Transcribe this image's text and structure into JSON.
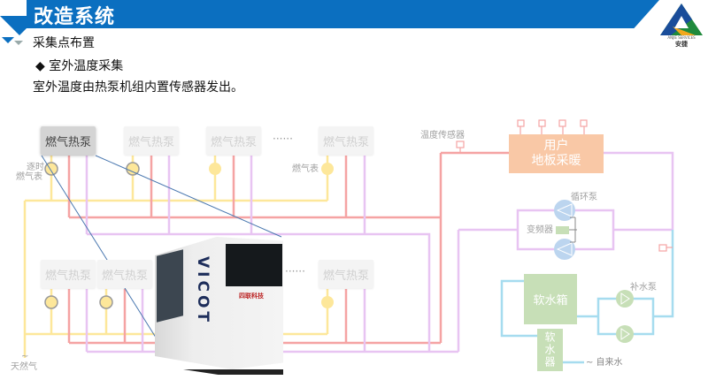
{
  "header": {
    "title": "改造系统",
    "subtitle": "采集点布置",
    "bullet": "◆ 室外温度采集",
    "description": "室外温度由热泵机组内置传感器发出。"
  },
  "logo": {
    "text_en": "ANJIE SERVICES",
    "text_cn": "安捷"
  },
  "diagram": {
    "heat_pump_label": "燃气热泵",
    "ellipsis": "······",
    "hourly_gas_meter": [
      "逐时",
      "燃气表"
    ],
    "gas_meter": "燃气表",
    "natural_gas": "天然气",
    "natural_gas_symbol": "~",
    "temp_sensor": "温度传感器",
    "user_box": [
      "用户",
      "地板采暖"
    ],
    "circulation_pump": "循环泵",
    "inverter": "变频器",
    "soft_water_tank": "软水箱",
    "makeup_pump": "补水泵",
    "softener": "软水器",
    "tap_water": "~ 自来水",
    "machine_brand": "VICOT",
    "machine_logo": "四联科技"
  },
  "colors": {
    "header": "#0b6fc0",
    "gas": "#fde79a",
    "supply": "#f5a3a3",
    "return": "#e8c4f2",
    "water": "#a6dcef",
    "user": "#f9c8a6",
    "green": "#c7dfb7",
    "pump": "#bcd5ef"
  }
}
